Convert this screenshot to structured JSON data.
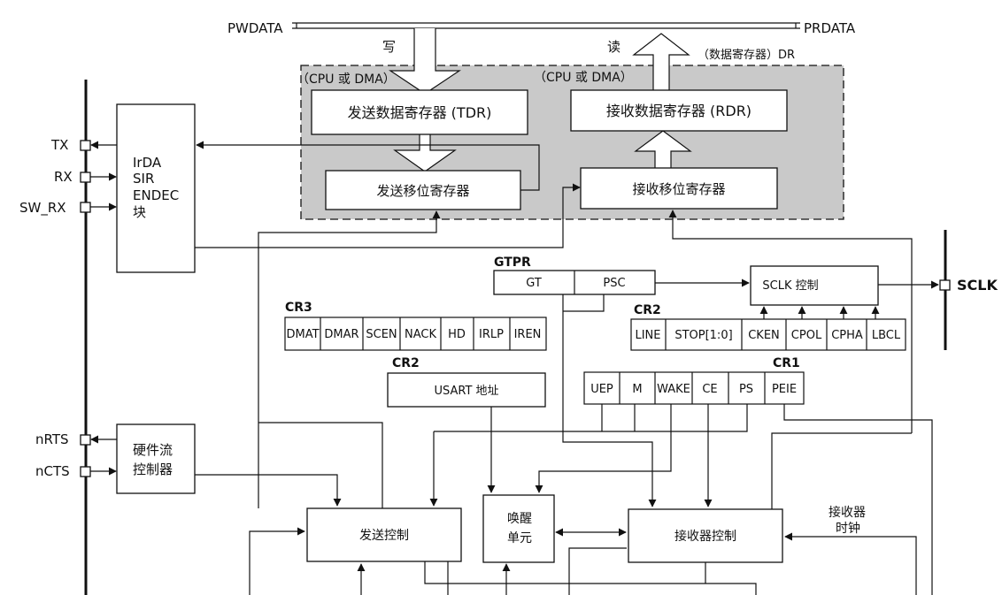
{
  "buses": {
    "pwdata": "PWDATA",
    "prdata": "PRDATA",
    "write": "写",
    "read": "读",
    "dr": "（数据寄存器）DR"
  },
  "dma": {
    "left": "（CPU 或 DMA）",
    "right": "（CPU 或 DMA）"
  },
  "tdr": "发送数据寄存器 (TDR)",
  "rdr": "接收数据寄存器 (RDR)",
  "tx_shift": "发送移位寄存器",
  "rx_shift": "接收移位寄存器",
  "pins": {
    "tx": "TX",
    "rx": "RX",
    "sw_rx": "SW_RX",
    "nrts": "nRTS",
    "ncts": "nCTS",
    "sclk": "SCLK"
  },
  "irda": {
    "l1": "IrDA",
    "l2": "SIR",
    "l3": "ENDEC",
    "l4": "块"
  },
  "hwflow": {
    "l1": "硬件流",
    "l2": "控制器"
  },
  "gtpr": {
    "title": "GTPR",
    "gt": "GT",
    "psc": "PSC"
  },
  "sclk_ctrl": "SCLK 控制",
  "cr3": {
    "title": "CR3",
    "bits": [
      "DMAT",
      "DMAR",
      "SCEN",
      "NACK",
      "HD",
      "IRLP",
      "IREN"
    ]
  },
  "cr2_top": {
    "title": "CR2",
    "bits": [
      "LINE",
      "STOP[1:0]",
      "CKEN",
      "CPOL",
      "CPHA",
      "LBCL"
    ]
  },
  "cr2_addr": {
    "title": "CR2",
    "label": "USART 地址"
  },
  "cr1": {
    "title": "CR1",
    "bits": [
      "UEP",
      "M",
      "WAKE",
      "CE",
      "PS",
      "PEIE"
    ]
  },
  "tx_ctrl": "发送控制",
  "wake": {
    "l1": "唤醒",
    "l2": "单元"
  },
  "rx_ctrl": "接收器控制",
  "rx_clock": {
    "l1": "接收器",
    "l2": "时钟"
  }
}
